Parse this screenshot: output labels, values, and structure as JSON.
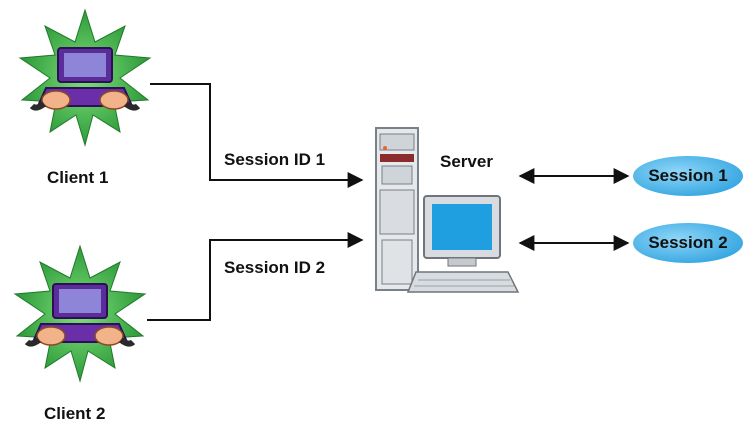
{
  "clients": [
    {
      "label": "Client 1",
      "session_id_label": "Session ID 1"
    },
    {
      "label": "Client 2",
      "session_id_label": "Session ID 2"
    }
  ],
  "server": {
    "label": "Server"
  },
  "sessions": [
    {
      "label": "Session 1"
    },
    {
      "label": "Session 2"
    }
  ],
  "colors": {
    "burst": "#43b84a",
    "burst_dark": "#1e7a2a",
    "laptop": "#6a2fa8",
    "laptop_screen": "#8a7dd6",
    "session_ellipse": "#4fb6ea",
    "monitor_screen": "#1f9ee0",
    "server_body": "#e9ecef",
    "line": "#111111"
  }
}
